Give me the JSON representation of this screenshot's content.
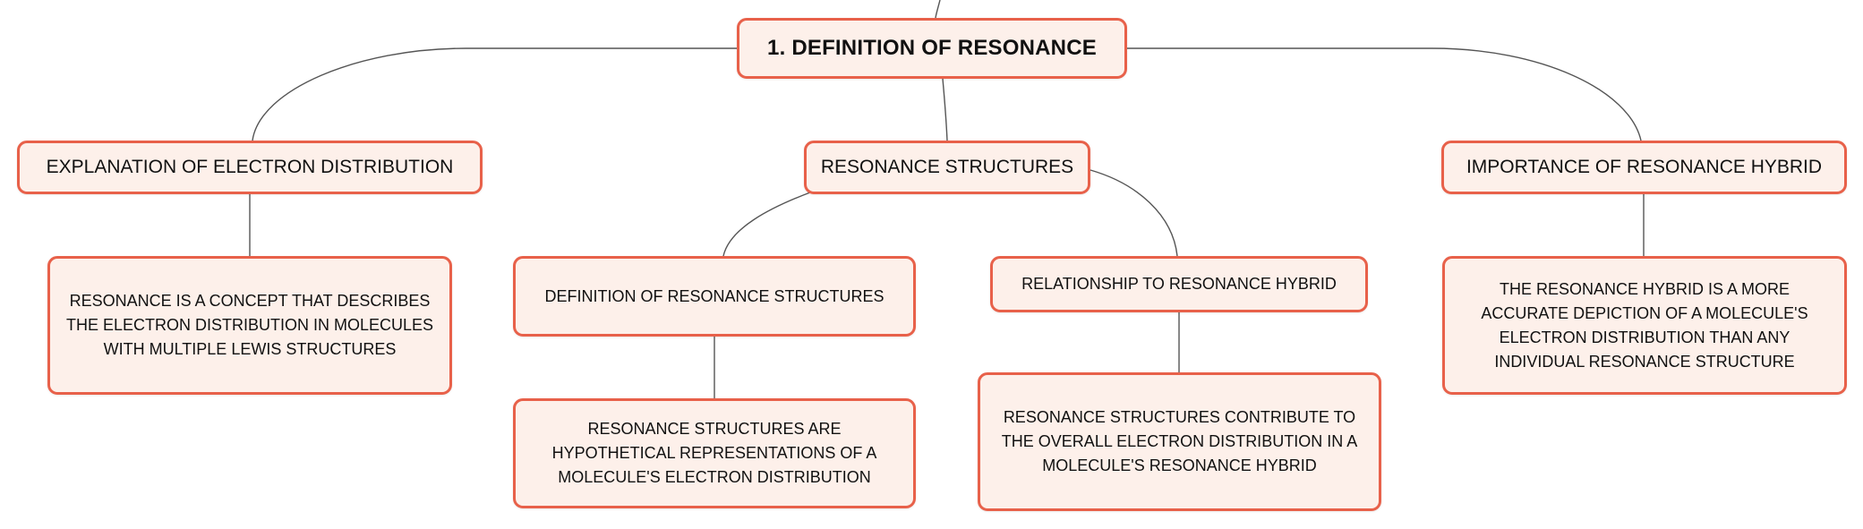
{
  "diagram": {
    "root": "1. DEFINITION OF RESONANCE",
    "branches": {
      "explanation": "EXPLANATION OF ELECTRON DISTRIBUTION",
      "structures": "RESONANCE STRUCTURES",
      "importance": "IMPORTANCE OF RESONANCE HYBRID"
    },
    "leaves": {
      "explanation_text": "RESONANCE IS A CONCEPT THAT DESCRIBES THE ELECTRON DISTRIBUTION IN MOLECULES WITH MULTIPLE LEWIS STRUCTURES",
      "definition_structures": "DEFINITION OF RESONANCE STRUCTURES",
      "definition_structures_text": "RESONANCE STRUCTURES ARE HYPOTHETICAL REPRESENTATIONS OF A MOLECULE'S ELECTRON DISTRIBUTION",
      "relationship_hybrid": "RELATIONSHIP TO RESONANCE HYBRID",
      "relationship_hybrid_text": "RESONANCE STRUCTURES CONTRIBUTE TO THE OVERALL ELECTRON DISTRIBUTION IN A MOLECULE'S RESONANCE HYBRID",
      "importance_text": "THE RESONANCE HYBRID IS A MORE ACCURATE DEPICTION OF A MOLECULE'S ELECTRON DISTRIBUTION THAN ANY INDIVIDUAL RESONANCE STRUCTURE"
    },
    "colors": {
      "node_fill": "#fdf0ea",
      "node_border": "#e8614a",
      "connector": "#555555"
    }
  }
}
